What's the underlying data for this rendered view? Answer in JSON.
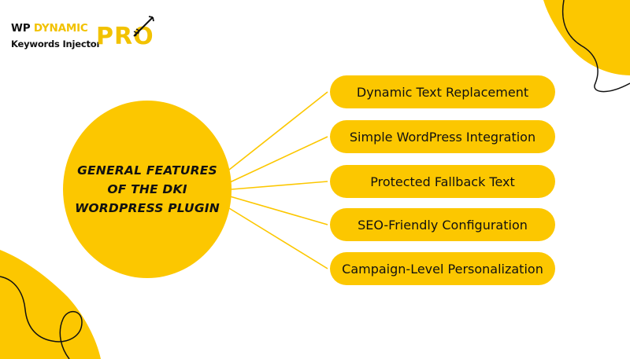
{
  "logo": {
    "line1_prefix": "WP ",
    "line1_accent": "DYNAMIC",
    "line2": "Keywords Injector",
    "badge": "PRO"
  },
  "center": {
    "lines": [
      "GENERAL FEATURES",
      "OF THE DKI",
      "WORDPRESS PLUGIN"
    ]
  },
  "features": [
    {
      "label": "Dynamic Text Replacement"
    },
    {
      "label": "Simple WordPress Integration"
    },
    {
      "label": "Protected Fallback Text"
    },
    {
      "label": "SEO-Friendly Configuration"
    },
    {
      "label": "Campaign-Level Personalization"
    }
  ],
  "colors": {
    "accent": "#fcc700",
    "text": "#111111",
    "background": "#ffffff"
  }
}
